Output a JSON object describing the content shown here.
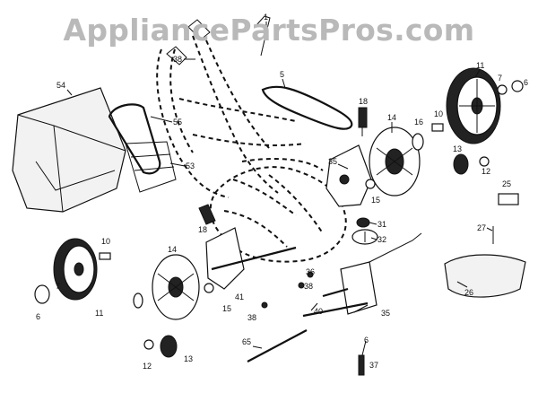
{
  "watermark": "AppliancePartsPros.com",
  "callouts": {
    "c1": "1",
    "c38a": "38",
    "c5": "5",
    "c11r": "11",
    "c7r": "7",
    "c6r": "6",
    "c54": "54",
    "c55": "55",
    "c53": "53",
    "c18t": "18",
    "c14r": "14",
    "c16": "16",
    "c10r": "10",
    "c35a": "35",
    "c13r": "13",
    "c12r": "12",
    "c15a": "15",
    "c25": "25",
    "c31": "31",
    "c32": "32",
    "c27": "27",
    "c18l": "18",
    "c10l": "10",
    "c14l": "14",
    "c7l": "7",
    "c6l": "6",
    "c11l": "11",
    "c26": "26",
    "c38b": "38",
    "c15b": "15",
    "c41": "41",
    "c36": "36",
    "c38c": "38",
    "c40": "40",
    "c35b": "35",
    "c6b": "6",
    "c65": "65",
    "c37": "37",
    "c12l": "12",
    "c13l": "13"
  }
}
